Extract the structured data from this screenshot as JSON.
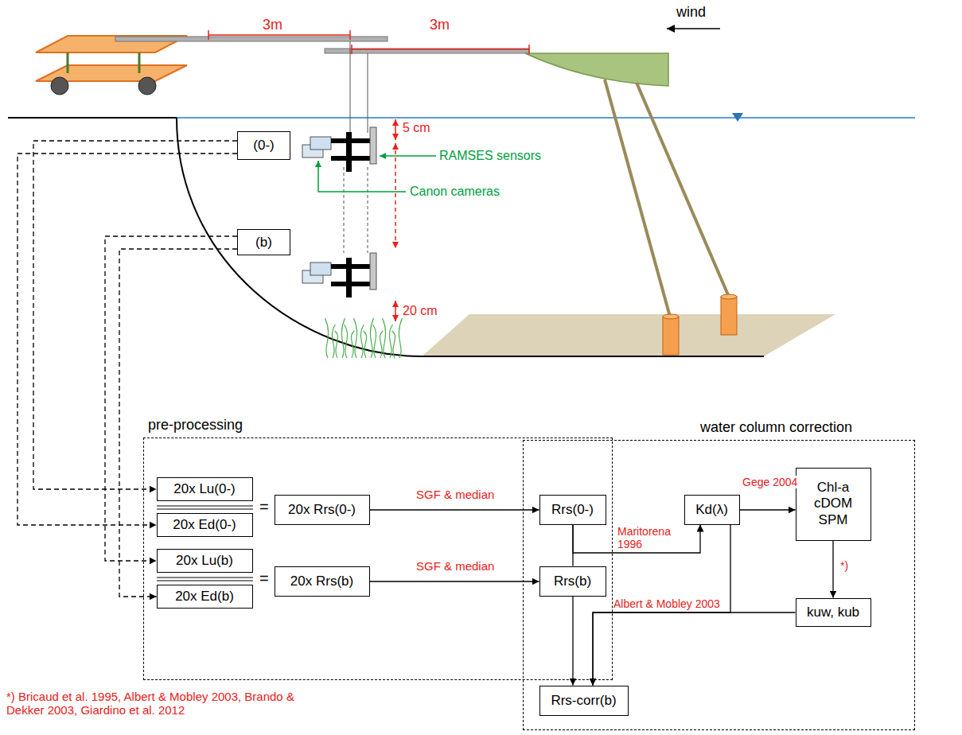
{
  "diagram": {
    "nodes": [
      {
        "text": [
          "(0-)"
        ]
      },
      {
        "text": [
          "(b)"
        ]
      },
      {
        "text": [
          "pre-processing"
        ]
      },
      {
        "text": [
          "water column correction"
        ]
      },
      {
        "text": [
          "20x Lu(0-)"
        ],
        "in": 2
      },
      {
        "text": [
          "20x Ed(0-)"
        ],
        "in": 2
      },
      {
        "text": [
          "20x Rrs(0-)"
        ],
        "in": 2
      },
      {
        "text": [
          "20x Lu(b)"
        ],
        "in": 2
      },
      {
        "text": [
          "20x Ed(b)"
        ],
        "in": 2
      },
      {
        "text": [
          "20x Rrs(b)"
        ],
        "in": 2
      },
      {
        "text": [
          "Rrs(0-)"
        ],
        "in": 2
      },
      {
        "text": [
          "Rrs(b)"
        ],
        "in": 2
      },
      {
        "text": [
          "Kd(λ)"
        ],
        "in": 3
      },
      {
        "text": [
          "Chl-a cDOM SPM"
        ],
        "in": 3
      },
      {
        "text": [
          "kuw, kub"
        ],
        "in": 3
      },
      {
        "text": [
          "Rrs-corr(b)"
        ],
        "in": 3
      }
    ],
    "edges": [
      {
        "from": 0,
        "to": 4,
        "arrow": "to"
      },
      {
        "from": 0,
        "to": 5,
        "arrow": "to"
      },
      {
        "from": 1,
        "to": 7,
        "arrow": "to"
      },
      {
        "from": 1,
        "to": 8,
        "arrow": "to"
      },
      {
        "from": 6,
        "to": 10,
        "label": "SGF & median",
        "arrow": "to"
      },
      {
        "from": 9,
        "to": 11,
        "label": "SGF & median",
        "arrow": "to"
      },
      {
        "from": 10,
        "to": 11,
        "arrow": "none"
      },
      {
        "from": 10,
        "to": 12,
        "label": "Maritorena 1996",
        "arrow": "to"
      },
      {
        "from": 12,
        "to": 13,
        "label": "Gege 2004",
        "arrow": "to"
      },
      {
        "from": 13,
        "to": 14,
        "label": "*)",
        "arrow": "to"
      },
      {
        "from": 11,
        "to": 15,
        "arrow": "to"
      },
      {
        "from": 12,
        "to": 15,
        "arrow": "to"
      },
      {
        "from": 14,
        "to": 15,
        "label": "Albert & Mobley 2003",
        "arrow": "to"
      }
    ],
    "labels": [
      "3m",
      "3m",
      "wind",
      "5 cm",
      "RAMSES sensors",
      "Canon cameras",
      "20 cm",
      "=",
      "=",
      "*) Bricaud et al. 1995, Albert & Mobley 2003, Brando & Dekker 2003, Giardino et al. 2012"
    ]
  }
}
